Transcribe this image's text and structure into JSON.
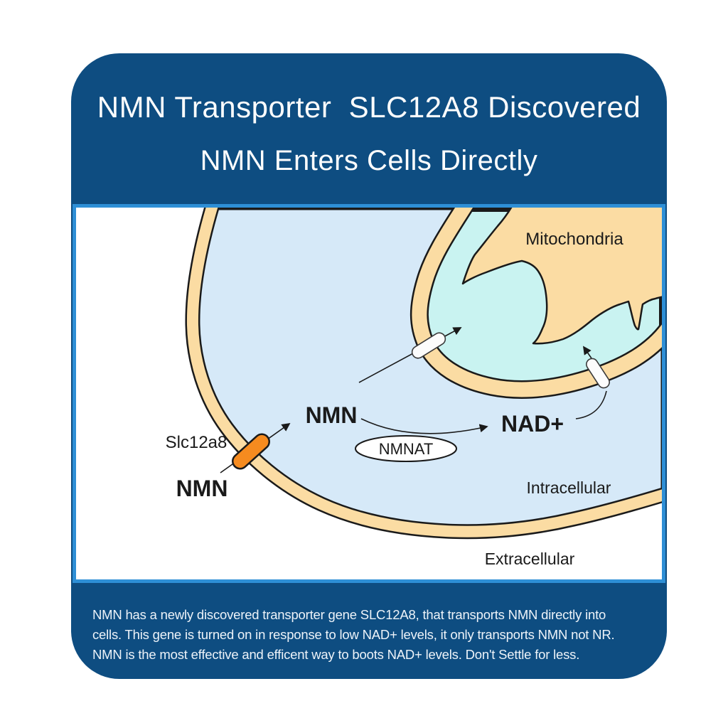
{
  "title": {
    "line1": "NMN Transporter  SLC12A8 Discovered",
    "line2": "NMN Enters Cells Directly"
  },
  "diagram": {
    "labels": {
      "mitochondria": "Mitochondria",
      "slc12a8": "Slc12a8",
      "nmn_extracellular": "NMN",
      "nmn_intracellular": "NMN",
      "nmnat": "NMNAT",
      "nad": "NAD+",
      "intracellular": "Intracellular",
      "extracellular": "Extracellular"
    },
    "colors": {
      "card_blue": "#0E4D81",
      "panel_border_blue": "#2E8FD6",
      "cytoplasm_blue": "#D6E9F8",
      "membrane_tan": "#FBDCA3",
      "mitochondria_cyan": "#C9F3F1",
      "transporter_orange": "#F68B1F",
      "transporter_white": "#FCFCFC",
      "outline_black": "#1A1A1A",
      "title_text": "#FDFDFD"
    }
  },
  "caption": {
    "lines": [
      "NMN has a newly discovered transporter gene SLC12A8, that transports NMN directly into",
      "cells. This gene is turned on in response to low NAD+ levels, it only transports NMN not NR.",
      "NMN is the most effective and efficent way to boots NAD+ levels. Don't Settle for less."
    ]
  }
}
